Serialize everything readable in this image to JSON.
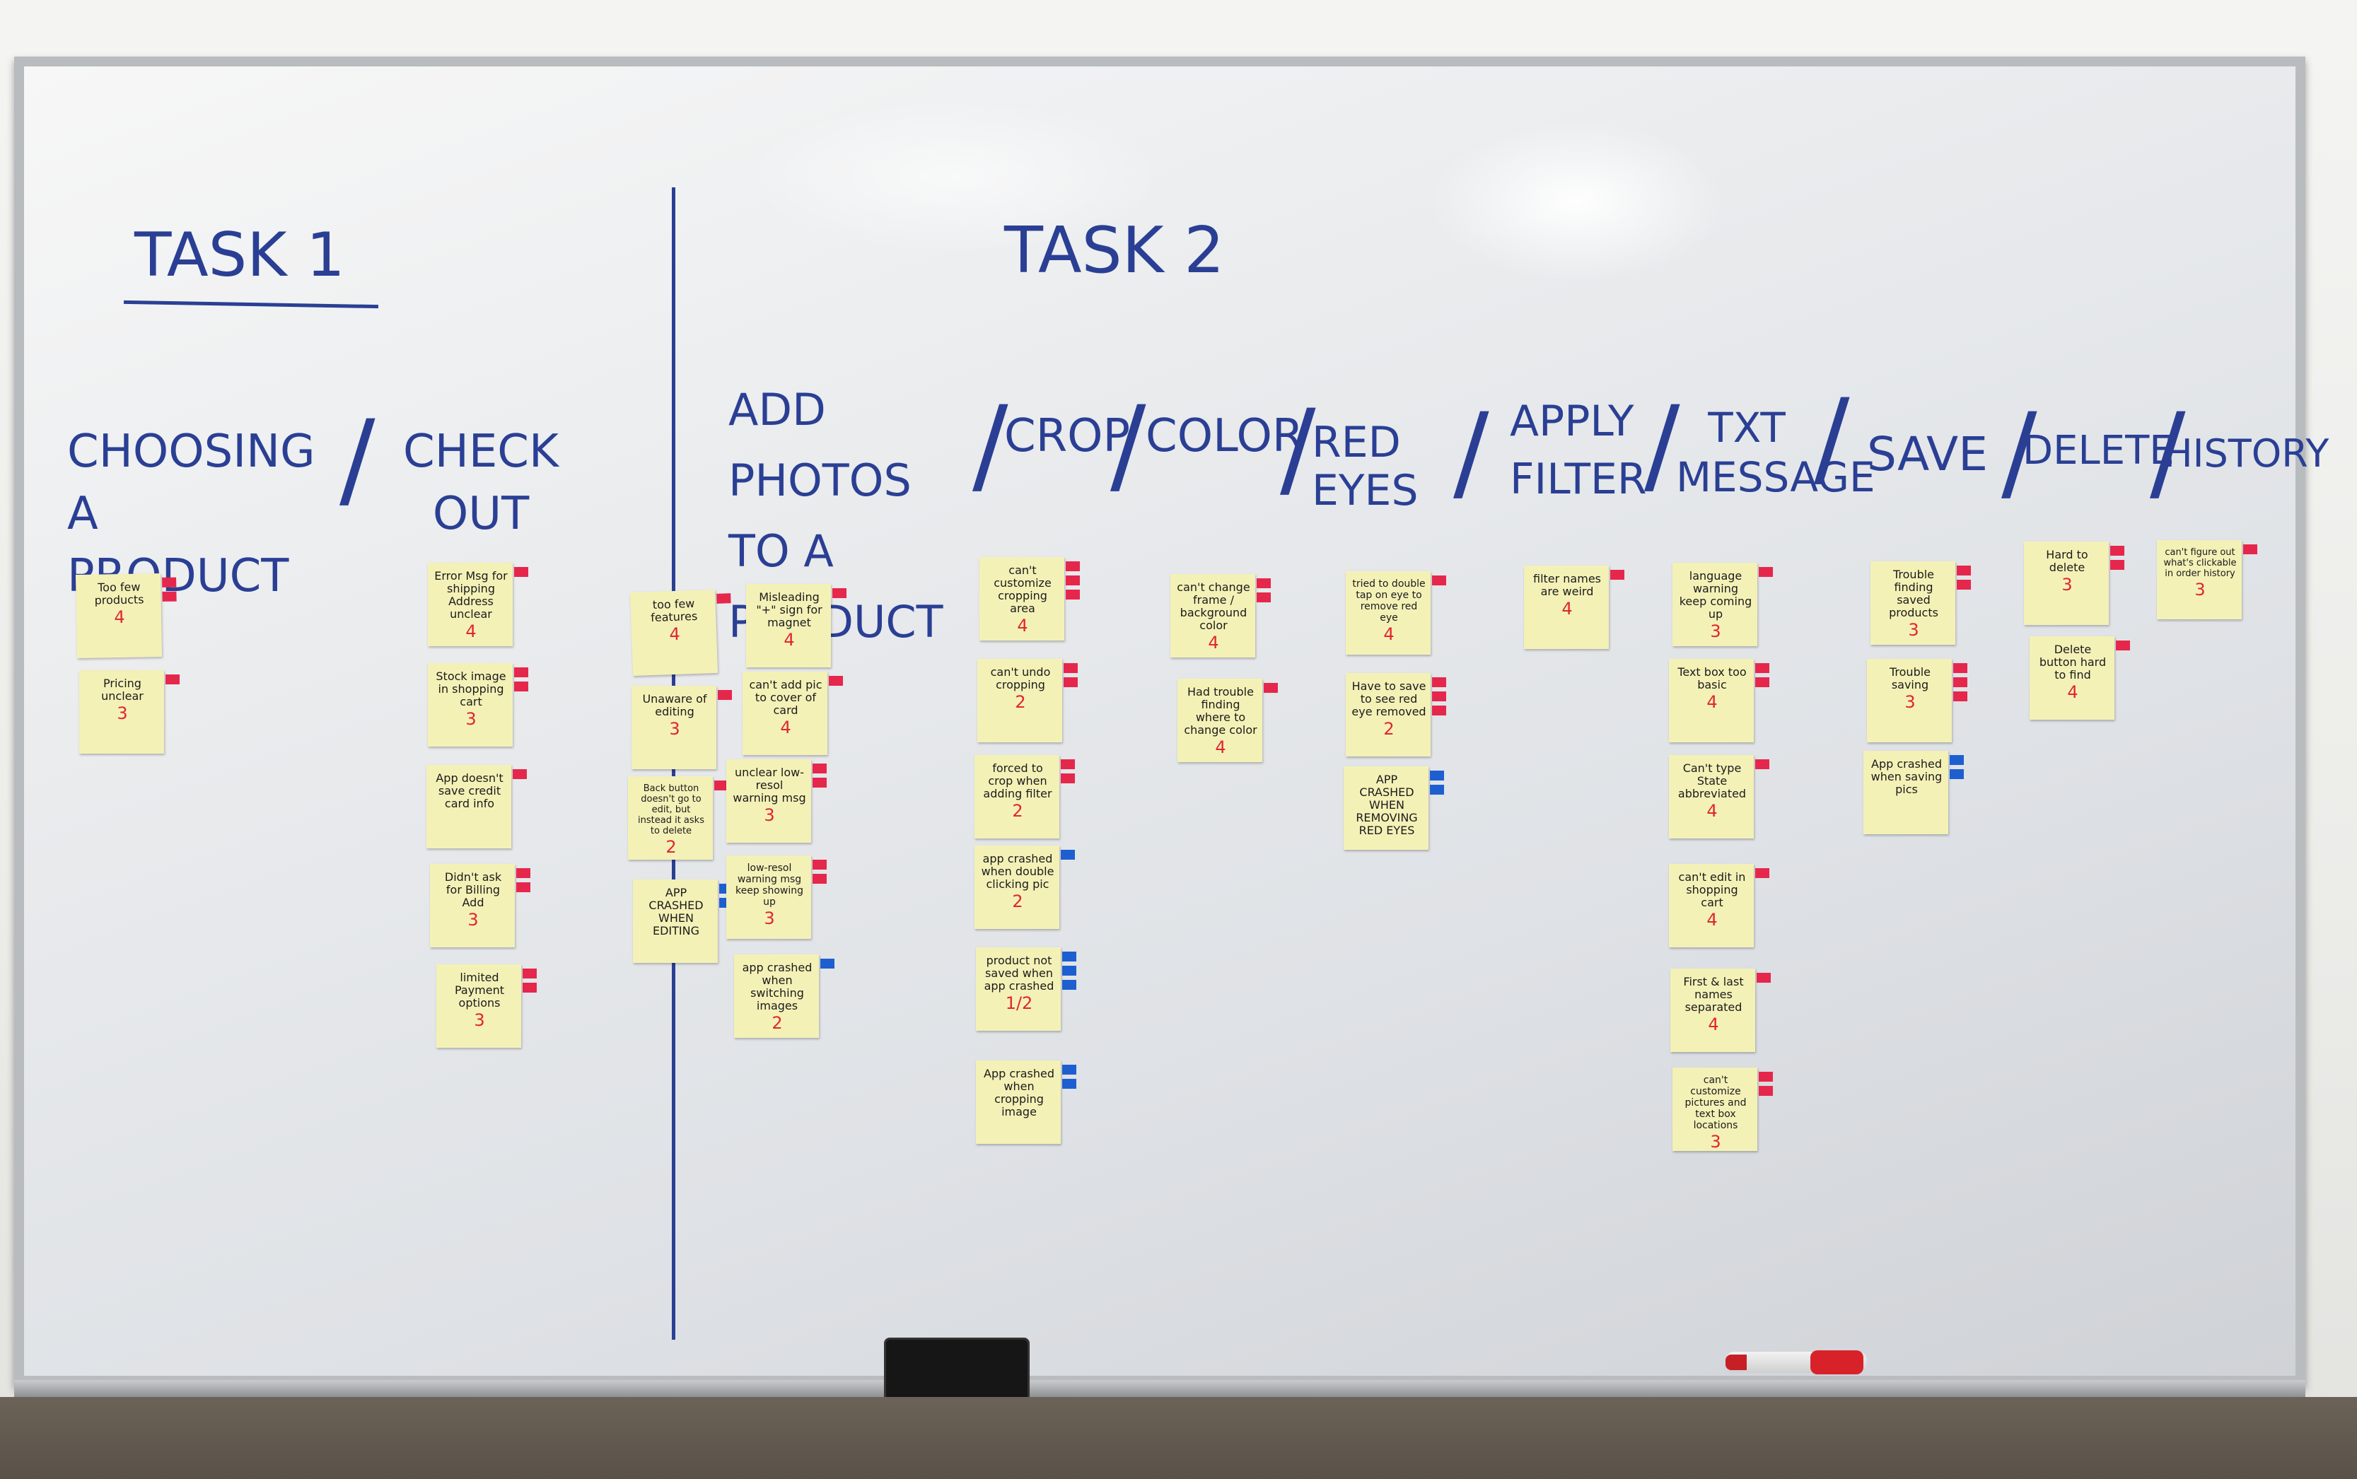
{
  "colors": {
    "ink": "#2a3f94",
    "sticky": "#f4f1b7",
    "score": "#e0262f",
    "tab_red": "#e5274c",
    "tab_blue": "#1d5fd0"
  },
  "headings": {
    "task1": "TASK 1",
    "task2": "TASK 2"
  },
  "categories": {
    "choosing": "CHOOSING A PRODUCT",
    "checkout": "CHECK OUT",
    "add_photos": "ADD PHOTOS TO A PRODUCT",
    "crop": "CROP",
    "color": "COLOR",
    "red_eyes": "RED EYES",
    "apply_filter": "APPLY FILTER",
    "txt_message": "TXT MESSAGE",
    "save": "SAVE",
    "delete": "DELETE",
    "history": "HISTORY"
  },
  "notes": {
    "n1": {
      "text": "Too few products",
      "score": "4"
    },
    "n2": {
      "text": "Pricing unclear",
      "score": "3"
    },
    "n3": {
      "text": "Error Msg for shipping Address unclear",
      "score": "4"
    },
    "n4": {
      "text": "Stock image in shopping cart",
      "score": "3"
    },
    "n5": {
      "text": "App doesn't save credit card info",
      "score": ""
    },
    "n6": {
      "text": "Didn't ask for Billing Add",
      "score": "3"
    },
    "n7": {
      "text": "limited Payment options",
      "score": "3"
    },
    "n8": {
      "text": "too few features",
      "score": "4"
    },
    "n9": {
      "text": "Unaware of editing",
      "score": "3"
    },
    "n10": {
      "text": "Back button doesn't go to edit, but instead it asks to delete",
      "score": "2"
    },
    "n11": {
      "text": "APP CRASHED WHEN EDITING",
      "score": ""
    },
    "n12": {
      "text": "Misleading \"+\" sign for magnet",
      "score": "4"
    },
    "n13": {
      "text": "can't add pic to cover of card",
      "score": "4"
    },
    "n14": {
      "text": "unclear low-resol warning msg",
      "score": "3"
    },
    "n15": {
      "text": "low-resol warning msg keep showing up",
      "score": "3"
    },
    "n16": {
      "text": "app crashed when switching images",
      "score": "2"
    },
    "n17": {
      "text": "can't customize cropping area",
      "score": "4"
    },
    "n18": {
      "text": "can't undo cropping",
      "score": "2"
    },
    "n19": {
      "text": "forced to crop when adding filter",
      "score": "2"
    },
    "n20": {
      "text": "app crashed when double clicking pic",
      "score": "2"
    },
    "n21": {
      "text": "product not saved when app crashed",
      "score": "1/2"
    },
    "n22": {
      "text": "App crashed when cropping image",
      "score": ""
    },
    "n23": {
      "text": "can't change frame / background color",
      "score": "4"
    },
    "n24": {
      "text": "Had trouble finding where to change color",
      "score": "4"
    },
    "n25": {
      "text": "tried to double tap on eye to remove red eye",
      "score": "4"
    },
    "n26": {
      "text": "Have to save to see red eye removed",
      "score": "2"
    },
    "n27": {
      "text": "APP CRASHED WHEN REMOVING RED EYES",
      "score": ""
    },
    "n28": {
      "text": "filter names are weird",
      "score": "4"
    },
    "n29": {
      "text": "language warning keep coming up",
      "score": "3"
    },
    "n30": {
      "text": "Text box too basic",
      "score": "4"
    },
    "n31": {
      "text": "Can't type State abbreviated",
      "score": "4"
    },
    "n32": {
      "text": "can't edit in shopping cart",
      "score": "4"
    },
    "n33": {
      "text": "First & last names separated",
      "score": "4"
    },
    "n34": {
      "text": "can't customize pictures and text box locations",
      "score": "3"
    },
    "n35": {
      "text": "Trouble finding saved products",
      "score": "3"
    },
    "n36": {
      "text": "Trouble saving",
      "score": "3"
    },
    "n37": {
      "text": "App crashed when saving pics",
      "score": ""
    },
    "n38": {
      "text": "Hard to delete",
      "score": "3"
    },
    "n39": {
      "text": "Delete button hard to find",
      "score": "4"
    },
    "n40": {
      "text": "can't figure out what's clickable in order history",
      "score": "3"
    }
  }
}
